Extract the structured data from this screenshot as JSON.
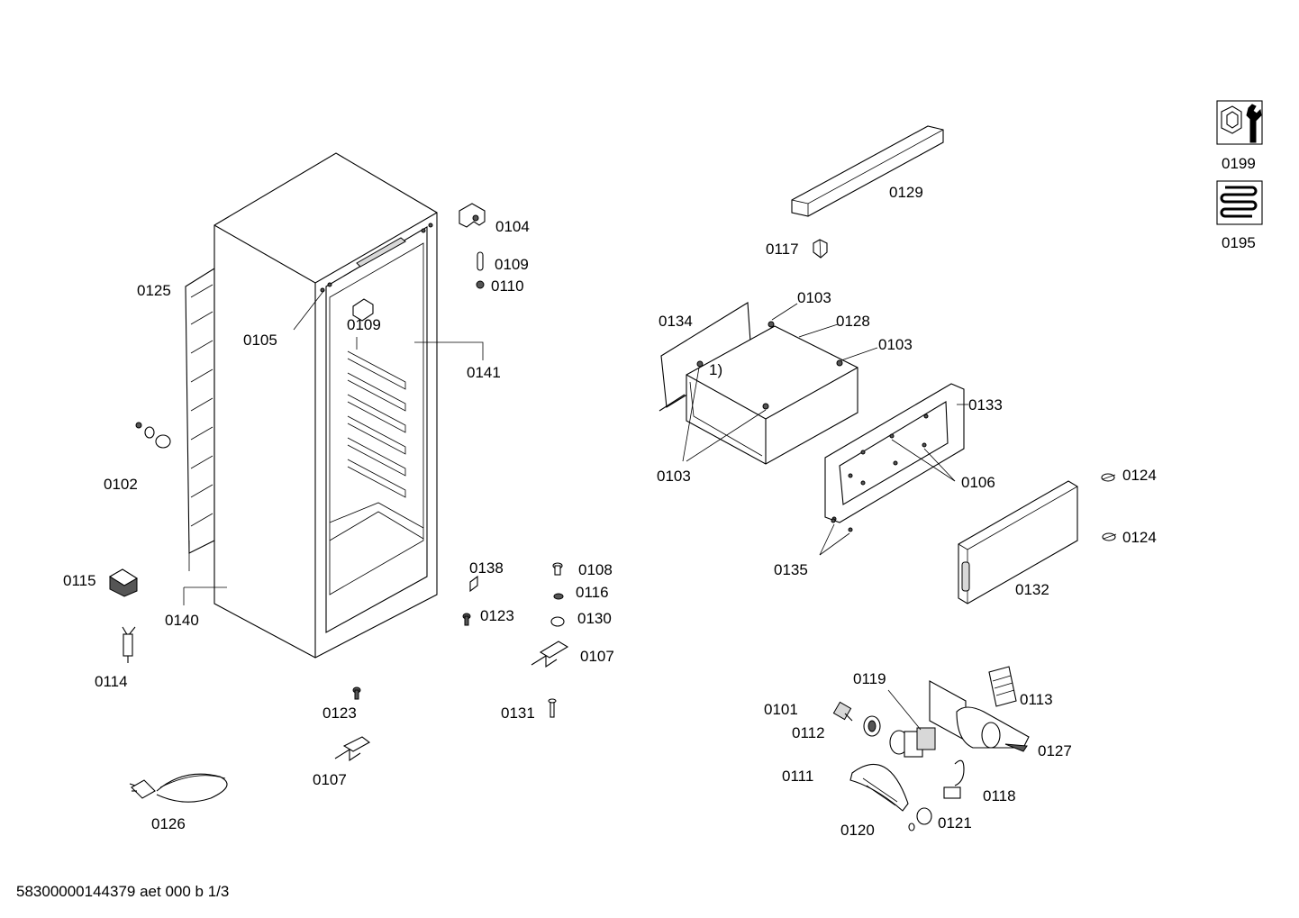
{
  "footer": "58300000144379 aet 000 b 1/3",
  "labels": {
    "p0199": "0199",
    "p0195": "0195",
    "p0129": "0129",
    "p0117": "0117",
    "p0103a": "0103",
    "p0128": "0128",
    "p0103b": "0103",
    "p0134": "0134",
    "note1": "1)",
    "p0133": "0133",
    "p0103c": "0103",
    "p0106": "0106",
    "p0124a": "0124",
    "p0124b": "0124",
    "p0135": "0135",
    "p0132": "0132",
    "p0119": "0119",
    "p0113": "0113",
    "p0101": "0101",
    "p0112": "0112",
    "p0127": "0127",
    "p0111": "0111",
    "p0118": "0118",
    "p0120": "0120",
    "p0121": "0121",
    "p0125": "0125",
    "p0105": "0105",
    "p0104": "0104",
    "p0109a": "0109",
    "p0110": "0110",
    "p0109b": "0109",
    "p0141": "0141",
    "p0102": "0102",
    "p0115": "0115",
    "p0140": "0140",
    "p0114": "0114",
    "p0138": "0138",
    "p0108": "0108",
    "p0116": "0116",
    "p0123a": "0123",
    "p0130": "0130",
    "p0107a": "0107",
    "p0123b": "0123",
    "p0131": "0131",
    "p0107b": "0107",
    "p0126": "0126"
  },
  "icons": {
    "service": "wrench-nut-icon",
    "heating": "heating-coil-icon"
  },
  "colors": {
    "line": "#000000",
    "background": "#ffffff"
  }
}
